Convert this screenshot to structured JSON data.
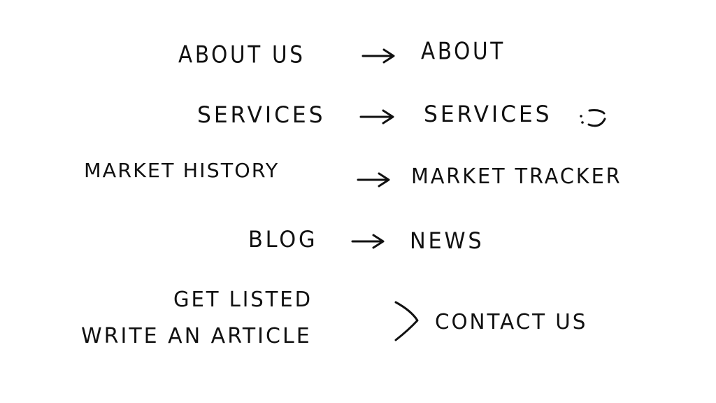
{
  "mappings": [
    {
      "from": "ABOUT US",
      "to": "ABOUT"
    },
    {
      "from": "SERVICES",
      "to": "SERVICES"
    },
    {
      "from": "MARKET HISTORY",
      "to": "MARKET TRACKER"
    },
    {
      "from": "BLOG",
      "to": "NEWS"
    }
  ],
  "grouped_mapping": {
    "from": [
      "GET LISTED",
      "WRITE AN ARTICLE"
    ],
    "to": "CONTACT US"
  },
  "doodle": "smiley-face-icon",
  "colors": {
    "ink": "#111111",
    "background": "#ffffff"
  }
}
